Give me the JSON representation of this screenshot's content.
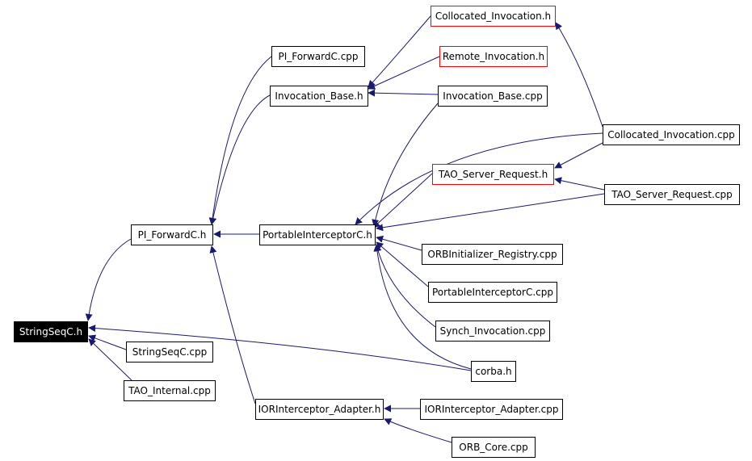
{
  "diagram": {
    "root_node": "StringSeqC.h",
    "colors": {
      "root_fill": "#000000",
      "root_text": "#ffffff",
      "node_border": "#000000",
      "missing_node_border": "#ff0000",
      "edge": "#191970"
    },
    "nodes": [
      {
        "id": "stringseqc_h",
        "label": "StringSeqC.h",
        "kind": "root"
      },
      {
        "id": "pi_forwardc_h",
        "label": "PI_ForwardC.h",
        "kind": "normal"
      },
      {
        "id": "pi_forwardc_cpp",
        "label": "PI_ForwardC.cpp",
        "kind": "normal"
      },
      {
        "id": "invocation_base_h",
        "label": "Invocation_Base.h",
        "kind": "normal"
      },
      {
        "id": "collocated_invocation_h",
        "label": "Collocated_Invocation.h",
        "kind": "missing"
      },
      {
        "id": "remote_invocation_h",
        "label": "Remote_Invocation.h",
        "kind": "missing"
      },
      {
        "id": "invocation_base_cpp",
        "label": "Invocation_Base.cpp",
        "kind": "normal"
      },
      {
        "id": "collocated_invocation_cpp",
        "label": "Collocated_Invocation.cpp",
        "kind": "normal"
      },
      {
        "id": "tao_server_request_h",
        "label": "TAO_Server_Request.h",
        "kind": "missing"
      },
      {
        "id": "tao_server_request_cpp",
        "label": "TAO_Server_Request.cpp",
        "kind": "normal"
      },
      {
        "id": "portableinterceptorc_h",
        "label": "PortableInterceptorC.h",
        "kind": "normal"
      },
      {
        "id": "orbinitializer_registry_cpp",
        "label": "ORBInitializer_Registry.cpp",
        "kind": "normal"
      },
      {
        "id": "portableinterceptorc_cpp",
        "label": "PortableInterceptorC.cpp",
        "kind": "normal"
      },
      {
        "id": "synch_invocation_cpp",
        "label": "Synch_Invocation.cpp",
        "kind": "normal"
      },
      {
        "id": "corba_h",
        "label": "corba.h",
        "kind": "normal"
      },
      {
        "id": "stringseqc_cpp",
        "label": "StringSeqC.cpp",
        "kind": "normal"
      },
      {
        "id": "tao_internal_cpp",
        "label": "TAO_Internal.cpp",
        "kind": "normal"
      },
      {
        "id": "iorinterceptor_adapter_h",
        "label": "IORInterceptor_Adapter.h",
        "kind": "normal"
      },
      {
        "id": "iorinterceptor_adapter_cpp",
        "label": "IORInterceptor_Adapter.cpp",
        "kind": "normal"
      },
      {
        "id": "orb_core_cpp",
        "label": "ORB_Core.cpp",
        "kind": "normal"
      }
    ],
    "edges": [
      {
        "from": "pi_forwardc_h",
        "to": "stringseqc_h"
      },
      {
        "from": "stringseqc_cpp",
        "to": "stringseqc_h"
      },
      {
        "from": "tao_internal_cpp",
        "to": "stringseqc_h"
      },
      {
        "from": "corba_h",
        "to": "stringseqc_h"
      },
      {
        "from": "pi_forwardc_cpp",
        "to": "pi_forwardc_h"
      },
      {
        "from": "invocation_base_h",
        "to": "pi_forwardc_h"
      },
      {
        "from": "portableinterceptorc_h",
        "to": "pi_forwardc_h"
      },
      {
        "from": "iorinterceptor_adapter_h",
        "to": "pi_forwardc_h"
      },
      {
        "from": "collocated_invocation_h",
        "to": "invocation_base_h"
      },
      {
        "from": "remote_invocation_h",
        "to": "invocation_base_h"
      },
      {
        "from": "invocation_base_cpp",
        "to": "invocation_base_h"
      },
      {
        "from": "collocated_invocation_cpp",
        "to": "collocated_invocation_h"
      },
      {
        "from": "tao_server_request_cpp",
        "to": "tao_server_request_h"
      },
      {
        "from": "collocated_invocation_cpp",
        "to": "tao_server_request_h"
      },
      {
        "from": "invocation_base_cpp",
        "to": "portableinterceptorc_h"
      },
      {
        "from": "collocated_invocation_cpp",
        "to": "portableinterceptorc_h"
      },
      {
        "from": "tao_server_request_h",
        "to": "portableinterceptorc_h"
      },
      {
        "from": "tao_server_request_cpp",
        "to": "portableinterceptorc_h"
      },
      {
        "from": "orbinitializer_registry_cpp",
        "to": "portableinterceptorc_h"
      },
      {
        "from": "portableinterceptorc_cpp",
        "to": "portableinterceptorc_h"
      },
      {
        "from": "synch_invocation_cpp",
        "to": "portableinterceptorc_h"
      },
      {
        "from": "corba_h",
        "to": "portableinterceptorc_h"
      },
      {
        "from": "iorinterceptor_adapter_cpp",
        "to": "iorinterceptor_adapter_h"
      },
      {
        "from": "orb_core_cpp",
        "to": "iorinterceptor_adapter_h"
      }
    ]
  }
}
